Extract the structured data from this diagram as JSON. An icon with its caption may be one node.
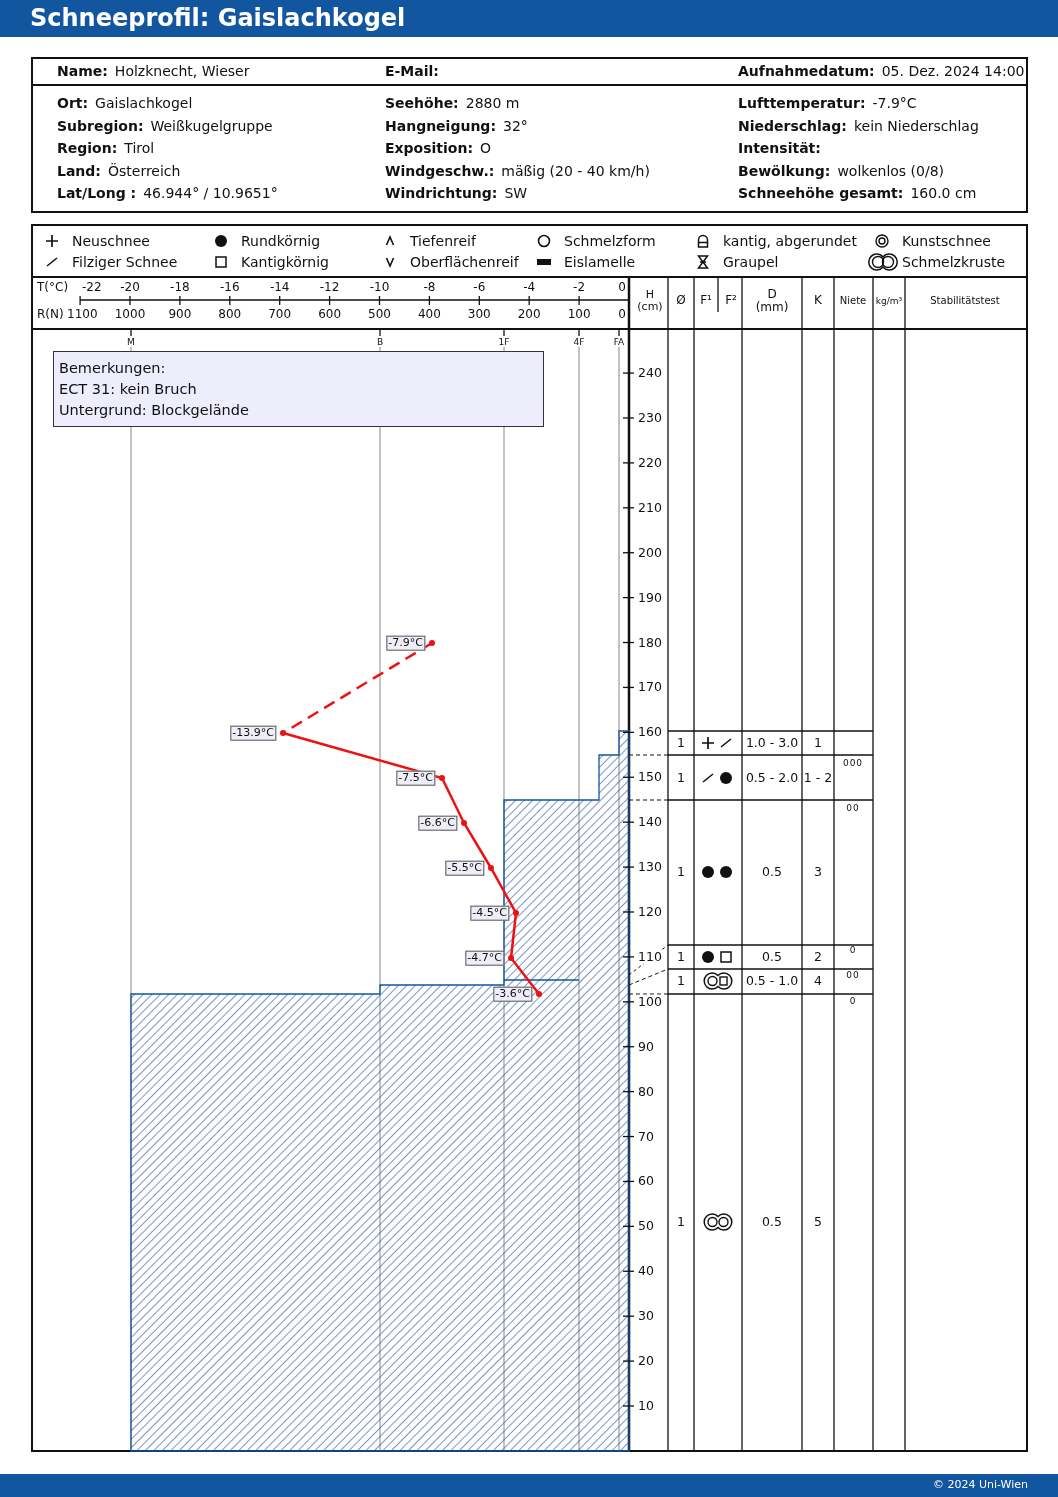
{
  "diagram": {
    "title": "Schneeprofil: Gaislachkogel",
    "nodes": [
      {
        "text": [
          "Bemerkungen:",
          "ECT 31: kein Bruch",
          "Untergrund: Blockgelände"
        ]
      }
    ],
    "labels": [
      "Name:",
      "Holzknecht, Wieser",
      "E-Mail:",
      "Aufnahmedatum:",
      "05. Dez. 2024 14:00",
      "Ort:",
      "Gaislachkogel",
      "Seehöhe:",
      "2880 m",
      "Lufttemperatur:",
      "-7.9°C",
      "Subregion:",
      "Weißkugelgruppe",
      "Hangneigung:",
      "32°",
      "Niederschlag:",
      "kein Niederschlag",
      "Region:",
      "Tirol",
      "Exposition:",
      "O",
      "Intensität:",
      "Land:",
      "Österreich",
      "Windgeschw.:",
      "mäßig (20 - 40 km/h)",
      "Bewölkung:",
      "wolkenlos (0/8)",
      "Lat/Long :",
      "46.944° / 10.9651°",
      "Windrichtung:",
      "SW",
      "Schneehöhe gesamt:",
      "160.0 cm",
      "T(°C)",
      "-22",
      "-20",
      "-18",
      "-16",
      "-14",
      "-12",
      "-10",
      "-8",
      "-6",
      "-4",
      "-2",
      "0",
      "R(N)",
      "1100",
      "1000",
      "900",
      "800",
      "700",
      "600",
      "500",
      "400",
      "300",
      "200",
      "100",
      "0",
      "H (cm)",
      "Ø",
      "F¹",
      "F²",
      "D (mm)",
      "K",
      "Niete",
      "kg/m³",
      "Stabilitätstest",
      "M",
      "B",
      "1F",
      "4F",
      "FA",
      "240",
      "230",
      "220",
      "210",
      "200",
      "190",
      "180",
      "170",
      "160",
      "150",
      "140",
      "130",
      "120",
      "110",
      "100",
      "90",
      "80",
      "70",
      "60",
      "50",
      "40",
      "30",
      "20",
      "10",
      "-7.9°C",
      "-13.9°C",
      "-7.5°C",
      "-6.6°C",
      "-5.5°C",
      "-4.5°C",
      "-4.7°C",
      "-3.6°C",
      "1",
      "1.0 - 3.0",
      "1",
      "1",
      "0.5 - 2.0",
      "1 - 2",
      "1",
      "0.5",
      "3",
      "1",
      "0.5",
      "2",
      "1",
      "0.5 - 1.0",
      "4",
      "1",
      "0.5",
      "5",
      "000",
      "00",
      "0",
      "00",
      "0",
      "© 2024 Uni-Wien"
    ],
    "legend": [
      {
        "text": "Neuschnee"
      },
      {
        "text": "Rundkörnig"
      },
      {
        "text": "Tiefenreif"
      },
      {
        "text": "Schmelzform"
      },
      {
        "text": "kantig, abgerundet"
      },
      {
        "text": "Kunstschnee"
      },
      {
        "text": "Filziger Schnee"
      },
      {
        "text": "Kantigkörnig"
      },
      {
        "text": "Oberflächenreif"
      },
      {
        "text": "Eislamelle"
      },
      {
        "text": "Graupel"
      },
      {
        "text": "Schmelzkruste"
      }
    ]
  }
}
